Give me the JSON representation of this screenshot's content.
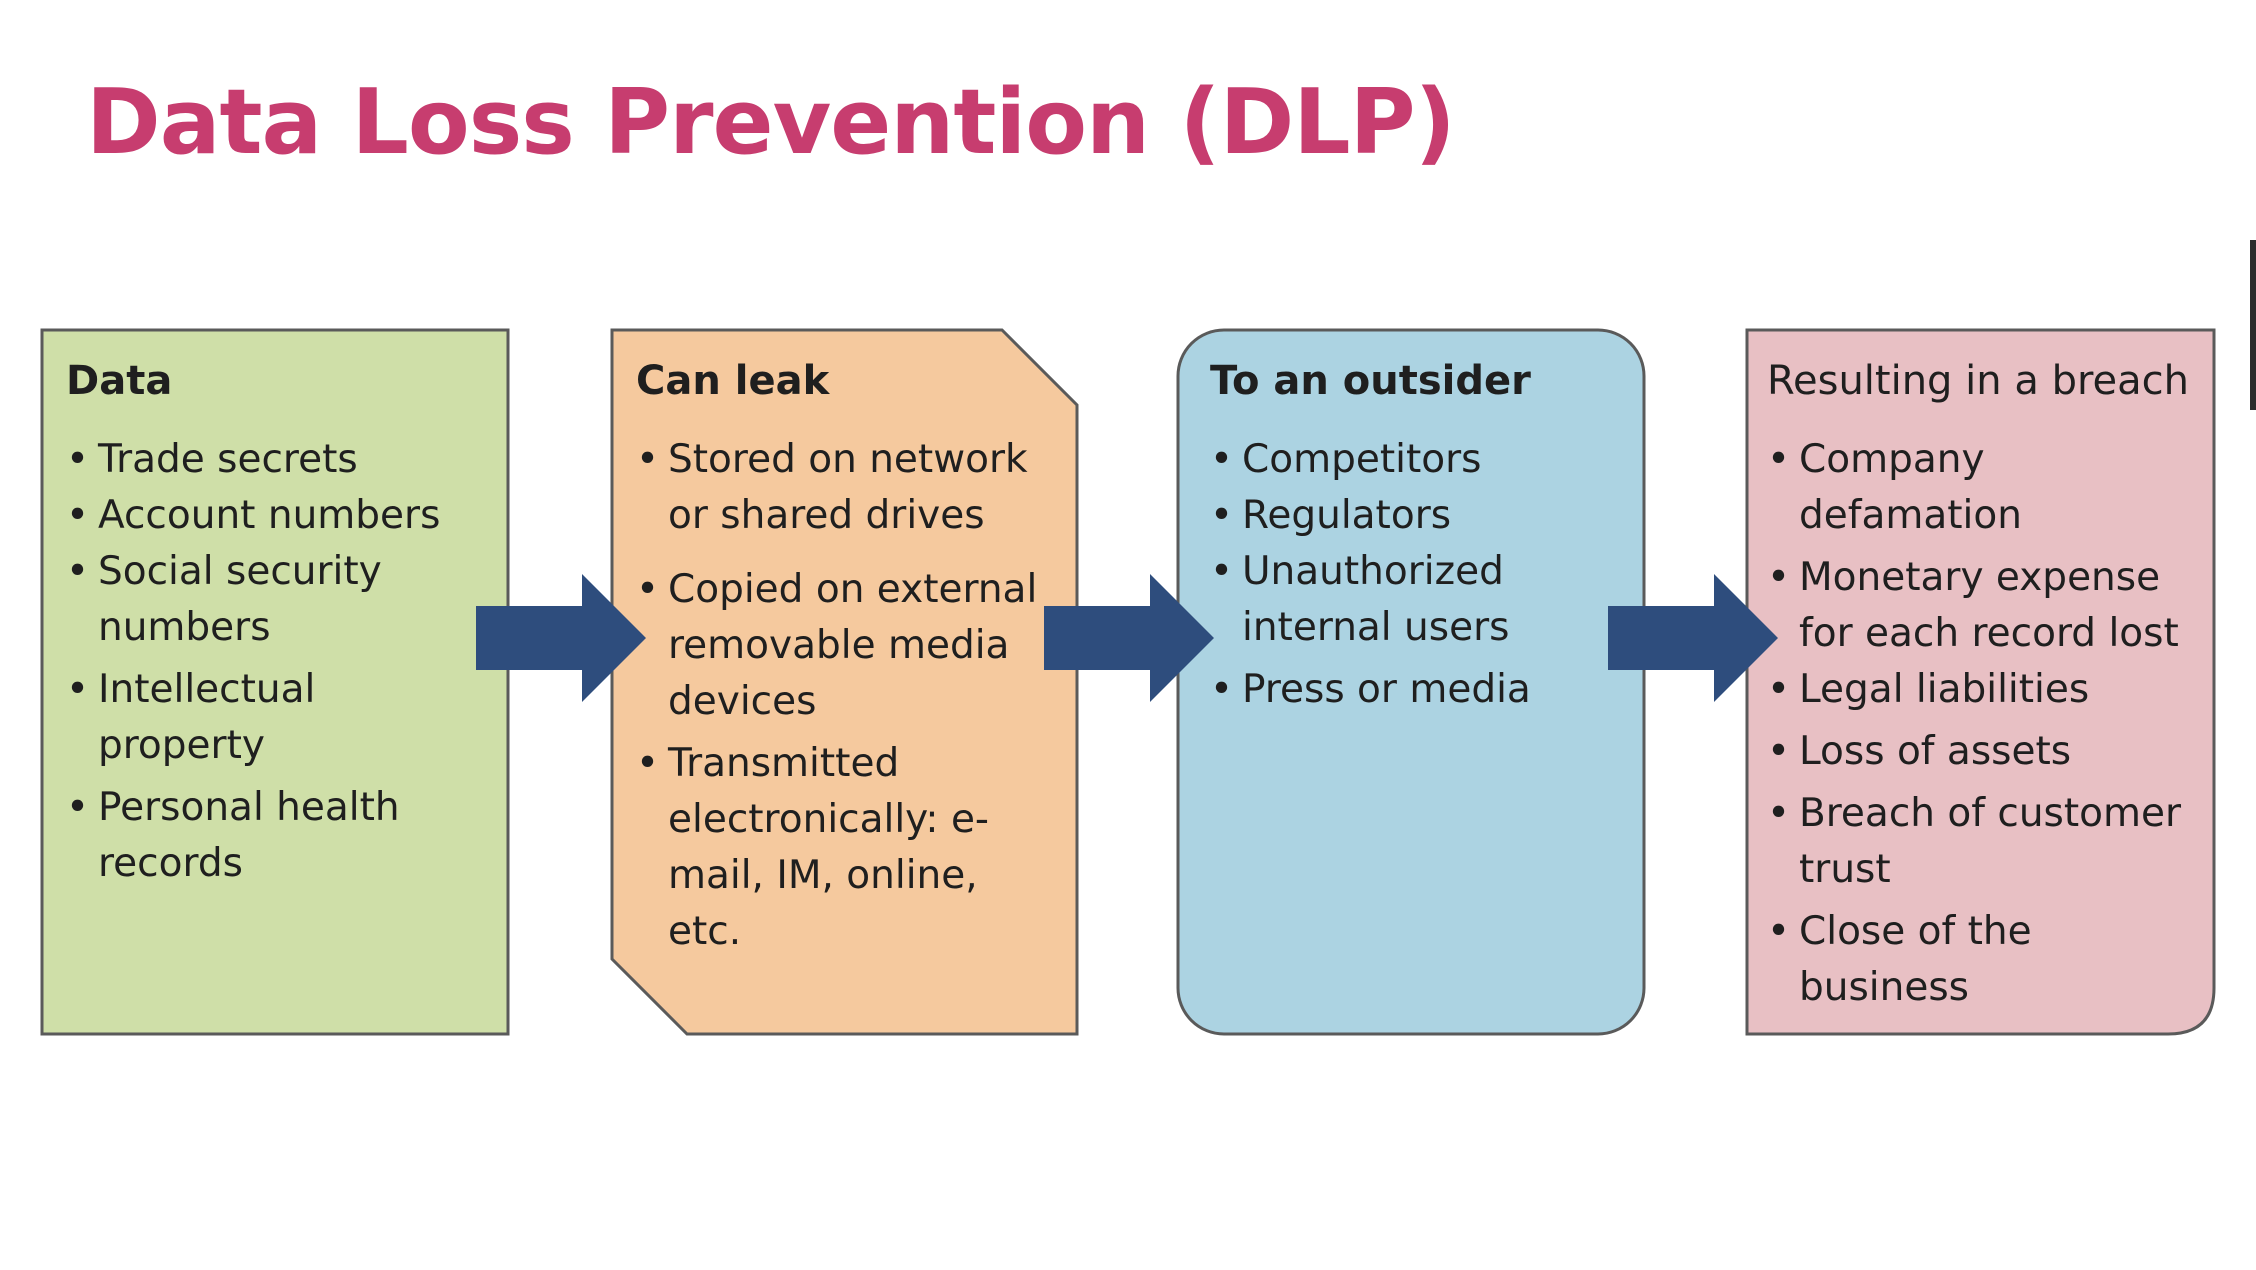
{
  "title": "Data Loss Prevention (DLP)",
  "colors": {
    "title": "#c73d6f",
    "data_box": "#cfdfa8",
    "leak_box": "#f5c99e",
    "outsider_box": "#acd3e2",
    "breach_box": "#e8c0c4",
    "arrow": "#2e4d7d"
  },
  "boxes": [
    {
      "title": "Data",
      "items": [
        "Trade secrets",
        "Account numbers",
        "Social security numbers",
        "Intellectual property",
        "Personal health records"
      ]
    },
    {
      "title": "Can leak",
      "items": [
        "Stored on network or shared drives",
        "Copied on external removable media devices",
        "Transmitted electronically: e-mail, IM, online, etc."
      ]
    },
    {
      "title": "To an outsider",
      "items": [
        "Competitors",
        "Regulators",
        "Unauthorized internal users",
        "Press or media"
      ]
    },
    {
      "title": "Resulting in a breach",
      "items": [
        "Company defamation",
        "Monetary expense for each record lost",
        "Legal liabilities",
        "Loss of assets",
        "Breach of customer trust",
        "Close of the business"
      ]
    }
  ]
}
